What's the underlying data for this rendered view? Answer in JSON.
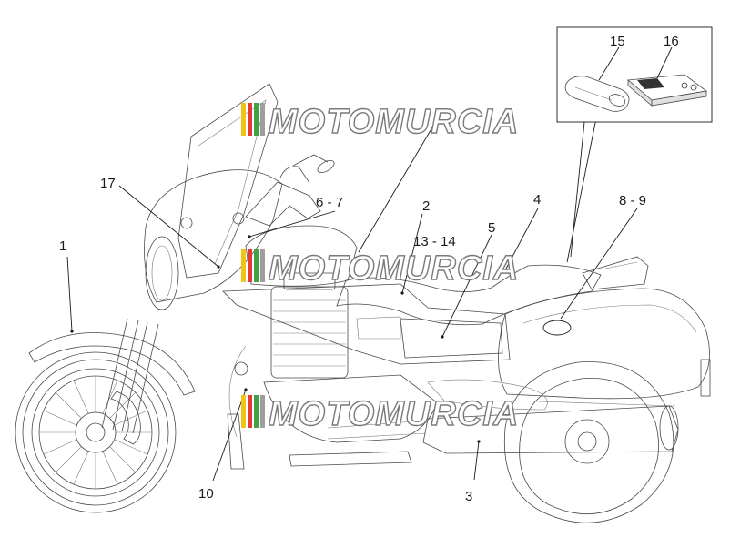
{
  "watermark": {
    "text": "MOTOMURCIA",
    "colors": [
      "#f0c419",
      "#e53935",
      "#43a047",
      "#9e9e9e"
    ]
  },
  "callouts": {
    "c1": "1",
    "c2": "2",
    "c3": "3",
    "c4": "4",
    "c5": "5",
    "c67": "6 - 7",
    "c89": "8 - 9",
    "c10": "10",
    "c1314": "13 - 14",
    "c15": "15",
    "c16": "16",
    "c17": "17"
  }
}
